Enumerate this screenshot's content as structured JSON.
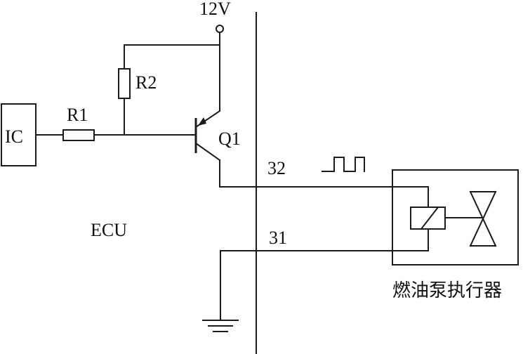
{
  "diagram": {
    "supply_label": "12V",
    "ic_label": "IC",
    "r1_label": "R1",
    "r2_label": "R2",
    "q1_label": "Q1",
    "ecu_label": "ECU",
    "pin_32_label": "32",
    "pin_31_label": "31",
    "actuator_label": "燃油泵执行器"
  }
}
